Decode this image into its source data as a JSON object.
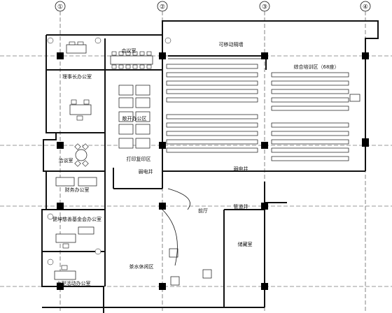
{
  "axes": [
    "①",
    "②",
    "③",
    "④"
  ],
  "rooms": {
    "meeting_room": "会议室",
    "chairman_office": "理事长办公室",
    "open_office": "敞开办公区",
    "print_area": "打印复印区",
    "negotiation_room": "洽谈室",
    "finance_office": "财务办公室",
    "foundation_office": "健坤慈善基金会办公室",
    "big_office": "大型活动办公室",
    "training_area": "综合培训区（68座）",
    "movable_wall": "可移动隔墙",
    "weak_shaft_1": "弱电井",
    "weak_shaft_2": "弱电井",
    "weak_shaft_3": "管道井",
    "lobby": "前厅",
    "tea_area": "茶水休闲区",
    "storage": "储藏室"
  }
}
